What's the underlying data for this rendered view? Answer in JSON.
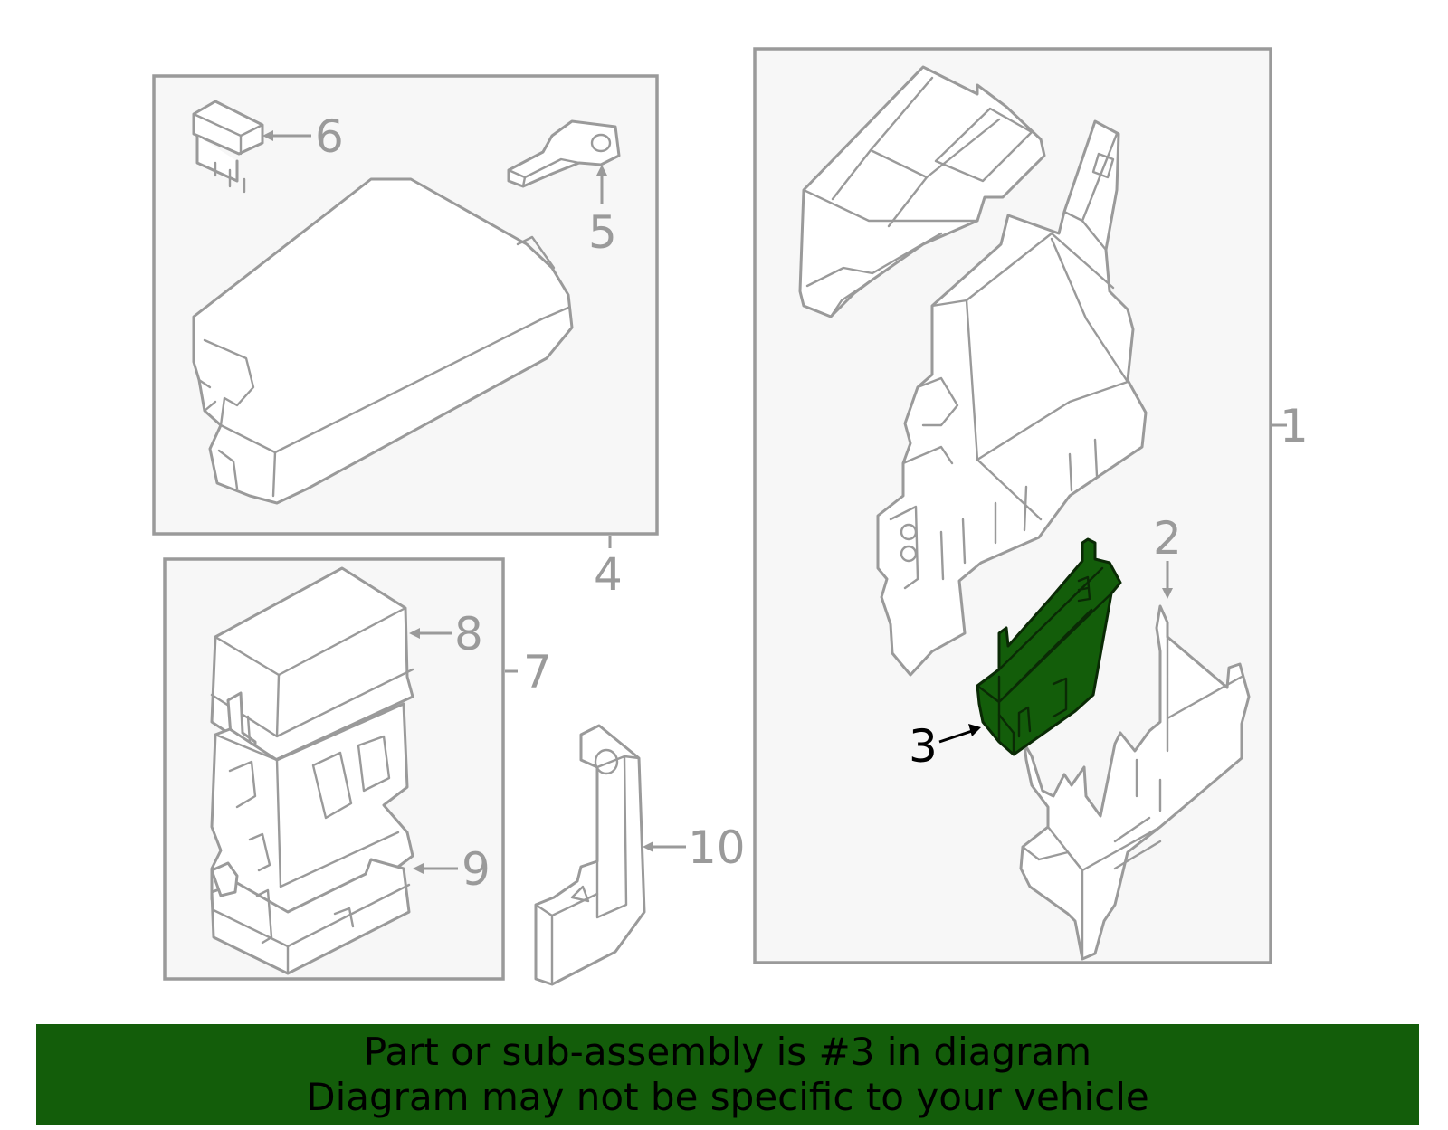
{
  "diagram": {
    "highlight_color": "#135d0a",
    "part_stroke_color": "#9a9a9a",
    "callouts": {
      "c1": "1",
      "c2": "2",
      "c3": "3",
      "c4": "4",
      "c5": "5",
      "c6": "6",
      "c7": "7",
      "c8": "8",
      "c9": "9",
      "c10": "10"
    },
    "highlighted_part": "3"
  },
  "banner": {
    "line1": "Part or sub-assembly is #3 in diagram",
    "line2": "Diagram may not be specific to your vehicle"
  }
}
